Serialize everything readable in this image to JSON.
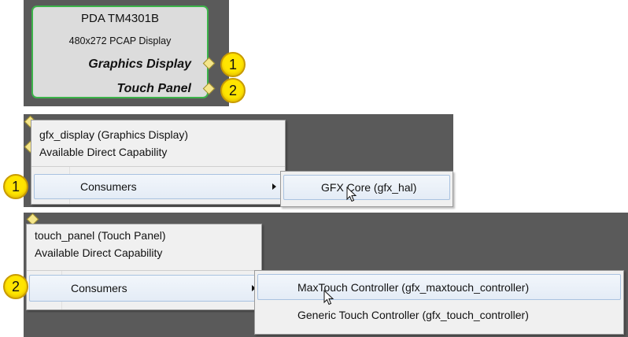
{
  "component": {
    "title": "PDA TM4301B",
    "subtitle": "480x272 PCAP Display",
    "port_graphics": "Graphics Display",
    "port_touch": "Touch Panel",
    "border_color": "#3cb34a"
  },
  "badges": {
    "one": "1",
    "two": "2",
    "fill_color": "#ffe500"
  },
  "gfx_menu": {
    "header_line1": "gfx_display (Graphics Display)",
    "header_line2": "Available Direct Capability",
    "item": "Consumers",
    "submenu": [
      "GFX Core (gfx_hal)"
    ]
  },
  "touch_menu": {
    "header_line1": "touch_panel (Touch Panel)",
    "header_line2": "Available Direct Capability",
    "item": "Consumers",
    "submenu": [
      "MaxTouch Controller (gfx_maxtouch_controller)",
      "Generic Touch Controller (gfx_touch_controller)"
    ]
  },
  "icons": {
    "cursor": "arrow-cursor-icon",
    "submenu_arrow": "chevron-right-icon",
    "port": "diamond-port-icon"
  }
}
